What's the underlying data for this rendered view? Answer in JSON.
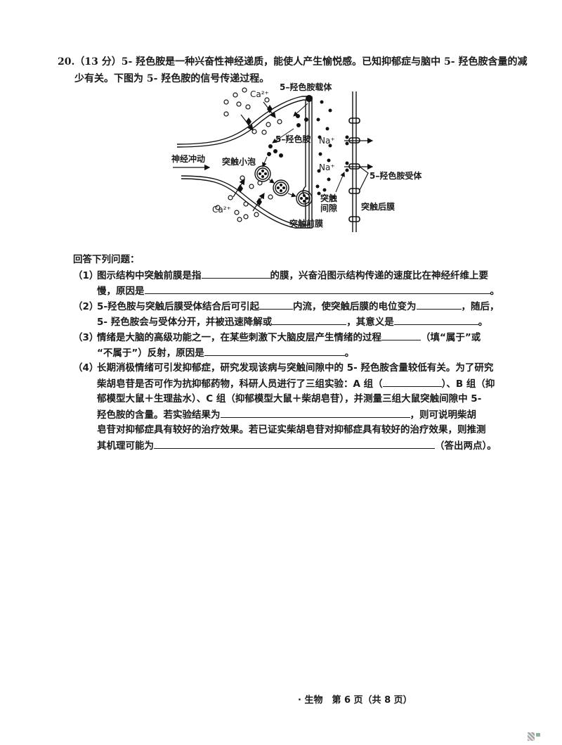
{
  "question": {
    "number": "20.",
    "score": "（13 分）",
    "intro_line1": "5- 羟色胺是一种兴奋性神经递质，能使人产生愉悦感。已知抑郁症与脑中 5- 羟色胺含量的减",
    "intro_line2": "少有关。下图为 5- 羟色胺的信号传递过程。"
  },
  "diagram": {
    "labels": {
      "carrier": "5–羟色胺载体",
      "ca_top": "Ca²⁺",
      "ca_bottom": "Ca²⁺",
      "serotonin": "5–羟色胺",
      "na_1": "Na⁺",
      "na_2": "Na⁺",
      "nerve_impulse": "神经冲动",
      "vesicle": "突触小泡",
      "receptor": "5–羟色胺受体",
      "cleft_1": "突触",
      "cleft_2": "间隙",
      "postsynaptic": "突触后膜",
      "presynaptic": "突触前膜"
    }
  },
  "answer_prompt": "回答下列问题：",
  "subquestions": [
    {
      "num": "（1）",
      "lines": [
        {
          "a": "图示结构中突触前膜是指",
          "b": "的膜，兴奋沿图示结构传递的速度比在神经纤维上要"
        },
        {
          "a": "慢，原因是",
          "b": "。"
        }
      ]
    },
    {
      "num": "（2）",
      "lines": [
        {
          "a": "5-羟色胺与突触后膜受体结合后可引起",
          "b": "内流，使突触后膜的电位变为",
          "c": "，随后，"
        },
        {
          "a": "5- 羟色胺会与受体分开，并被迅速降解或",
          "b": "，其意义是",
          "c": "。"
        }
      ]
    },
    {
      "num": "（3）",
      "lines": [
        {
          "a": "情绪是大脑的高级功能之一，在某些刺激下大脑皮层产生情绪的过程",
          "b": "（填“属于”或"
        },
        {
          "a": "“不属于”）反射，原因是",
          "b": "。"
        }
      ]
    },
    {
      "num": "（4）",
      "lines": [
        {
          "a": "长期消极情绪可引发抑郁症，研究发现该病与突触间隙中的 5- 羟色胺含量较低有关。为了研究"
        },
        {
          "a": "柴胡皂苷是否可作为抗抑郁药物，科研人员进行了三组实验：A 组（",
          "b": "）、B 组（抑"
        },
        {
          "a": "郁模型大鼠＋生理盐水）、C 组（抑郁模型大鼠＋柴胡皂苷），并测量三组大鼠突触间隙中 5-"
        },
        {
          "a": "羟色胺的含量。若实验结果为",
          "b": "，则可说明柴胡"
        },
        {
          "a": "皂苷对抑郁症具有较好的治疗效果。若已证实柴胡皂苷对抑郁症具有较好的治疗效果，则推测"
        },
        {
          "a": "其机理可能为",
          "b": "（答出两点）。"
        }
      ]
    }
  ],
  "footer": "· 生物　第 6 页（共 8 页）"
}
